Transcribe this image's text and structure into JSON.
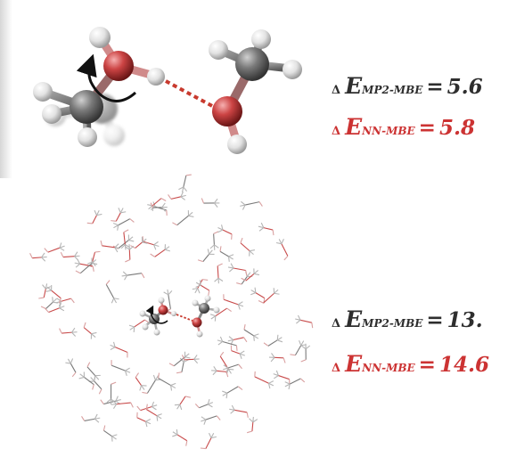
{
  "panels": [
    {
      "delta": "Δ",
      "rows": [
        {
          "symbol": "E",
          "subscript": "MP2-MBE",
          "equals": "=",
          "value": "5.6",
          "color": "#2e2e2e"
        },
        {
          "symbol": "E",
          "subscript": "NN-MBE",
          "equals": "=",
          "value": "5.8",
          "color": "#cc3333"
        }
      ]
    },
    {
      "delta": "Δ",
      "rows": [
        {
          "symbol": "E",
          "subscript": "MP2-MBE",
          "equals": "=",
          "value": "13.",
          "color": "#2e2e2e"
        },
        {
          "symbol": "E",
          "subscript": "NN-MBE",
          "equals": "=",
          "value": "14.6",
          "color": "#cc3333"
        }
      ]
    }
  ],
  "colors": {
    "carbon": "#6b6b6b",
    "oxygen": "#c84040",
    "hydrogen": "#e8e8e8",
    "hbond": "#c83a2e",
    "text_dark": "#2e2e2e",
    "text_red": "#cc3333"
  }
}
